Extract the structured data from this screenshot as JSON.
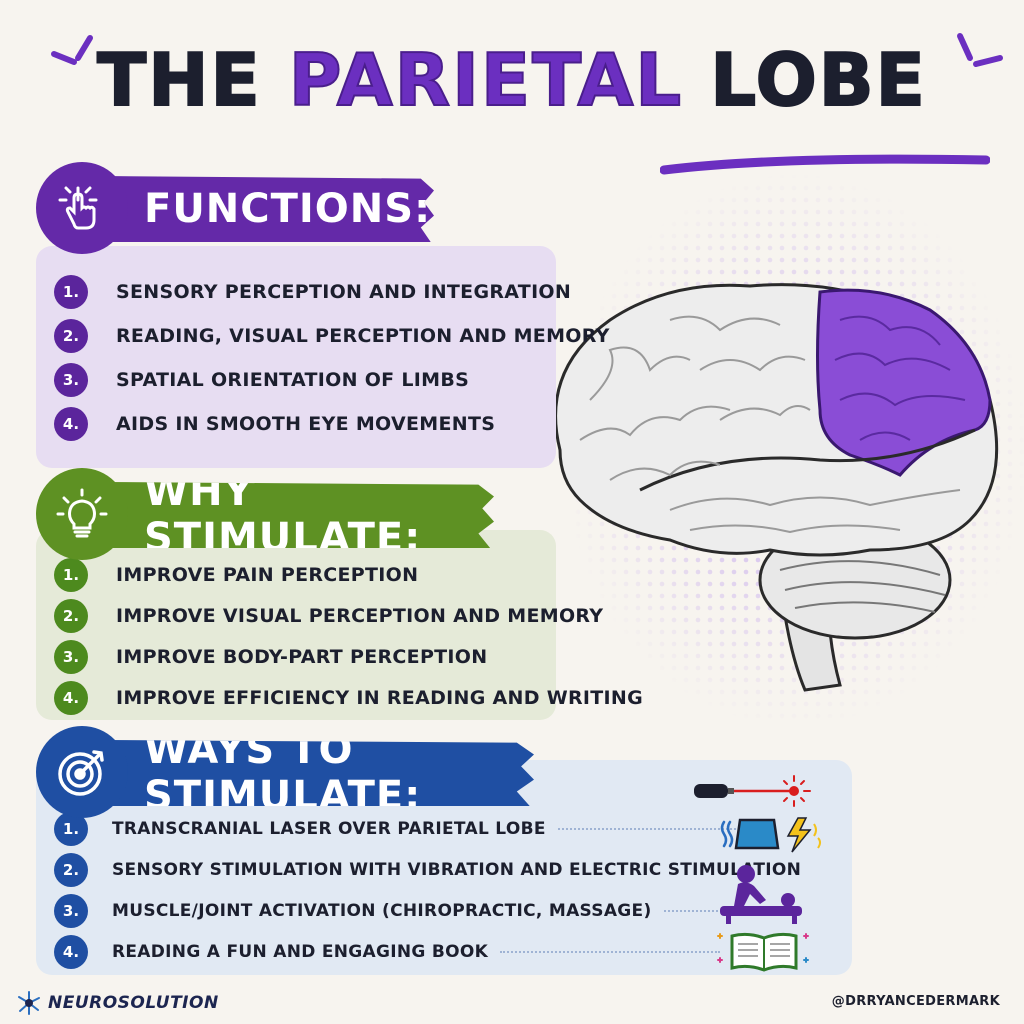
{
  "title": {
    "part1": "THE",
    "part2": "PARIETAL",
    "part3": "LOBE"
  },
  "functions": {
    "heading": "FUNCTIONS:",
    "icon": "pointer-hand-icon",
    "items": [
      {
        "num": "1.",
        "text": "Sensory perception and integration"
      },
      {
        "num": "2.",
        "text": "Reading, visual perception and memory"
      },
      {
        "num": "3.",
        "text": "Spatial orientation of limbs"
      },
      {
        "num": "4.",
        "text": "Aids in smooth eye movements"
      }
    ]
  },
  "why": {
    "heading": "WHY STIMULATE:",
    "icon": "lightbulb-icon",
    "items": [
      {
        "num": "1.",
        "text": "Improve pain perception"
      },
      {
        "num": "2.",
        "text": "Improve visual perception and memory"
      },
      {
        "num": "3.",
        "text": "Improve body-part perception"
      },
      {
        "num": "4.",
        "text": "Improve efficiency in reading and writing"
      }
    ]
  },
  "ways": {
    "heading": "WAYS TO STIMULATE:",
    "icon": "target-icon",
    "items": [
      {
        "num": "1.",
        "text": "Transcranial laser over parietal lobe",
        "icon": "laser-icon"
      },
      {
        "num": "2.",
        "text": "Sensory stimulation with vibration and electric stimulation",
        "icon": "vibration-electric-icon"
      },
      {
        "num": "3.",
        "text": "Muscle/joint activation (chiropractic, massage)",
        "icon": "massage-icon"
      },
      {
        "num": "4.",
        "text": "Reading a fun and engaging book",
        "icon": "open-book-icon"
      }
    ]
  },
  "footer": {
    "brand": "NEUROSOLUTION",
    "handle": "@DRRYANCEDERMARK"
  },
  "colors": {
    "purple": "#6429a8",
    "green": "#5e9123",
    "blue": "#1f4fa3",
    "dark": "#1c1f2e",
    "background": "#f7f4ef"
  }
}
